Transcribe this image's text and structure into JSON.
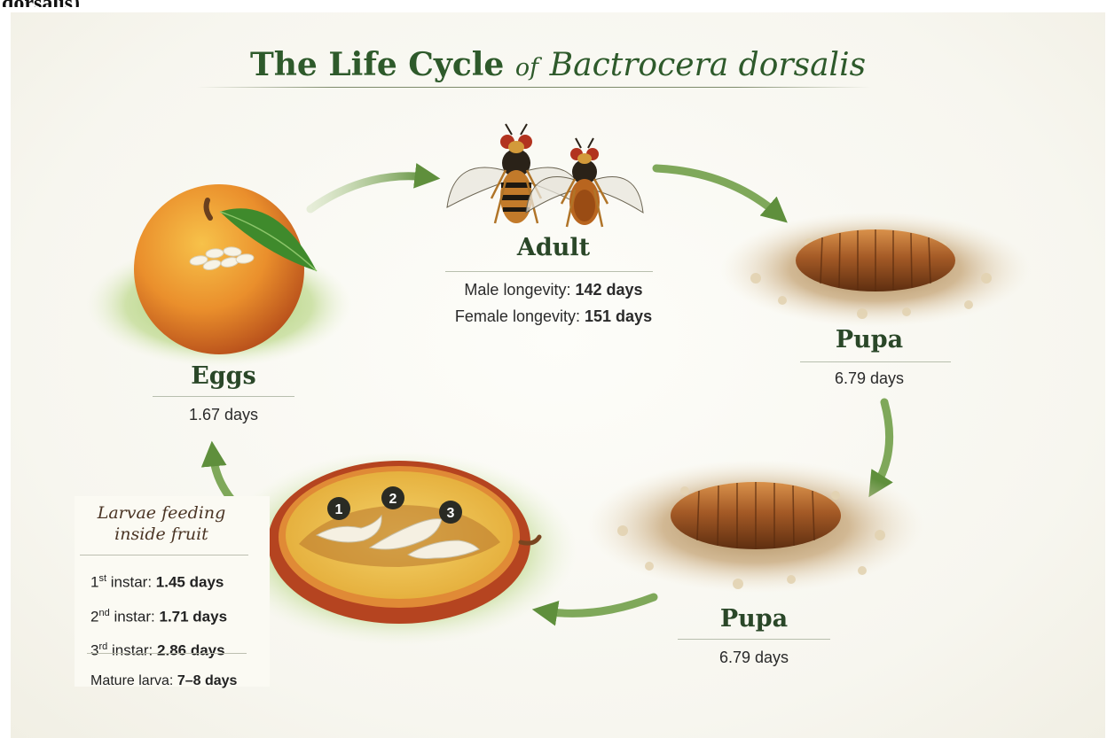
{
  "header_crop": "dorsalis)",
  "title": {
    "prefix": "The Life Cycle",
    "connector": "of",
    "species": "Bactrocera dorsalis"
  },
  "stages": {
    "adult": {
      "name": "Adult",
      "male_label": "Male longevity:",
      "male_value": "142 days",
      "female_label": "Female longevity:",
      "female_value": "151 days"
    },
    "pupa_top": {
      "name": "Pupa",
      "duration": "6.79 days"
    },
    "pupa_bottom": {
      "name": "Pupa",
      "duration": "6.79 days"
    },
    "eggs": {
      "name": "Eggs",
      "duration": "1.67 days"
    },
    "larvae": {
      "title_line1": "Larvae feeding",
      "title_line2": "inside fruit",
      "instars": [
        {
          "num": "1",
          "suffix": "st",
          "label": "instar:",
          "value": "1.45 days"
        },
        {
          "num": "2",
          "suffix": "nd",
          "label": "instar:",
          "value": "1.71 days"
        },
        {
          "num": "3",
          "suffix": "rd",
          "label": "instar:",
          "value": "2.86 days"
        }
      ],
      "mature_label": "Mature larva:",
      "mature_value": "7–8 days",
      "badges": [
        "1",
        "2",
        "3"
      ]
    }
  },
  "colors": {
    "title": "#2e5a2b",
    "arrow": "#6f9a4e",
    "soil": "#c9ab7c",
    "pupa": "#a8612b",
    "fruit": "#e9902f",
    "leaf": "#3f8a2c"
  },
  "icons": [
    "fruit-with-eggs-icon",
    "adult-flies-icon",
    "pupa-in-soil-icon",
    "split-fruit-with-larvae-icon",
    "cycle-arrow-icon"
  ]
}
